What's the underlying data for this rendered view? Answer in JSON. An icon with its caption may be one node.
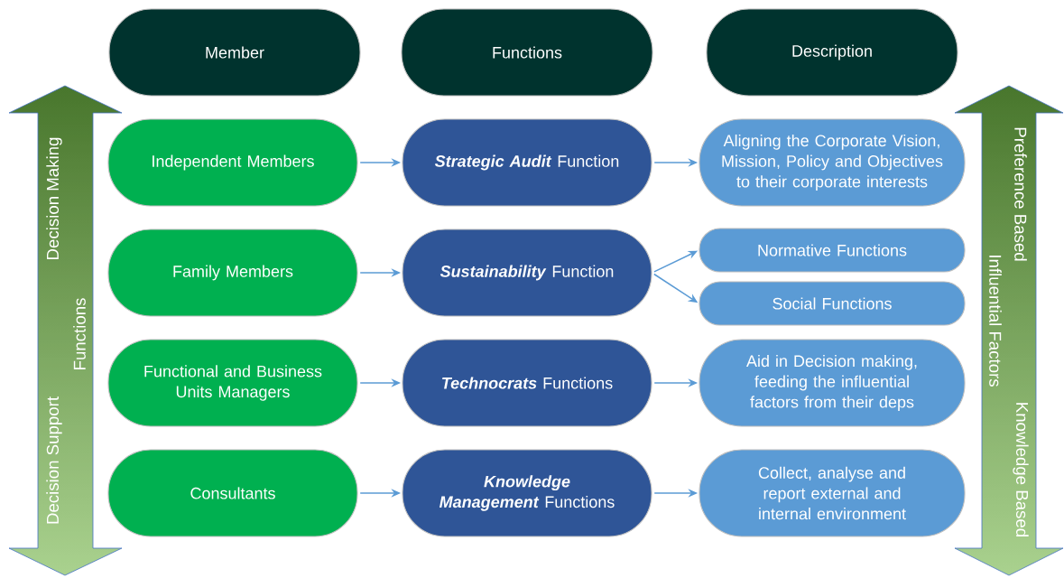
{
  "diagram": {
    "nodes": [
      {
        "text": [
          "Member"
        ]
      },
      {
        "text": [
          "Functions"
        ]
      },
      {
        "text": [
          "Description"
        ]
      },
      {
        "text": [
          "Decision Making",
          "Functions",
          "Decision Support"
        ]
      },
      {
        "text": [
          "Independent Members"
        ]
      },
      {
        "text": [
          "**Strategic Audit** Function"
        ]
      },
      {
        "text": [
          "Aligning the Corporate Vision, Mission, Policy and Objectives to their corporate interests"
        ]
      },
      {
        "text": [
          "Family Members"
        ]
      },
      {
        "text": [
          "**Sustainability** Function"
        ]
      },
      {
        "text": [
          "Normative Functions"
        ]
      },
      {
        "text": [
          "Social Functions"
        ]
      },
      {
        "text": [
          "Functional and Business Units Managers"
        ]
      },
      {
        "text": [
          "**Technocrats** Functions"
        ]
      },
      {
        "text": [
          "Aid in Decision making, feeding the influential factors from their deps"
        ]
      },
      {
        "text": [
          "Consultants"
        ]
      },
      {
        "text": [
          "**Knowledge Management** Functions"
        ]
      },
      {
        "text": [
          "Collect, analyse and report external and internal environment"
        ]
      },
      {
        "text": [
          "Preference Based",
          "Influential Factors",
          "Knowledge Based"
        ]
      }
    ],
    "edges": [
      {
        "from": 4,
        "to": 5,
        "arrow": "to"
      },
      {
        "from": 5,
        "to": 6,
        "arrow": "to"
      },
      {
        "from": 7,
        "to": 8,
        "arrow": "to"
      },
      {
        "from": 8,
        "to": 9,
        "arrow": "to"
      },
      {
        "from": 8,
        "to": 10,
        "arrow": "to"
      },
      {
        "from": 11,
        "to": 12,
        "arrow": "to"
      },
      {
        "from": 12,
        "to": 13,
        "arrow": "to"
      },
      {
        "from": 14,
        "to": 15,
        "arrow": "to"
      },
      {
        "from": 15,
        "to": 16,
        "arrow": "to"
      }
    ]
  }
}
